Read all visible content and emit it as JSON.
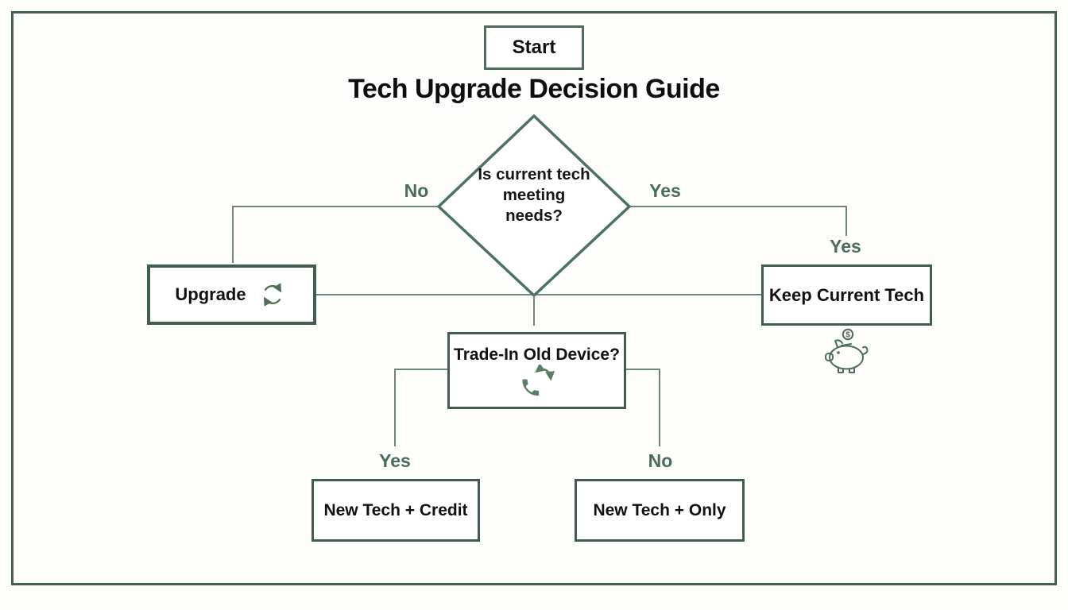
{
  "title": "Tech Upgrade Decision Guide",
  "nodes": {
    "start": "Start",
    "question_lines": [
      "Is current tech",
      "meeting",
      "needs?"
    ],
    "upgrade": "Upgrade",
    "keep": "Keep Current Tech",
    "tradein": "Trade-In Old Device?",
    "credit": "New Tech + Credit",
    "only": "New Tech + Only"
  },
  "edge_labels": {
    "no_left": "No",
    "yes_right": "Yes",
    "yes_keep": "Yes",
    "yes_credit": "Yes",
    "no_only": "No"
  },
  "icons": {
    "upgrade_icon": "refresh-cycle-icon",
    "tradein_icon": "phone-swap-icon",
    "keep_icon": "piggy-bank-icon",
    "coin_symbol": "$"
  },
  "colors": {
    "box_border": "#3f5e4d",
    "diamond_border": "#4d7163",
    "connector": "#6d8878",
    "edge_label": "#4a6d59",
    "icon_green": "#55775f",
    "text": "#111111"
  }
}
